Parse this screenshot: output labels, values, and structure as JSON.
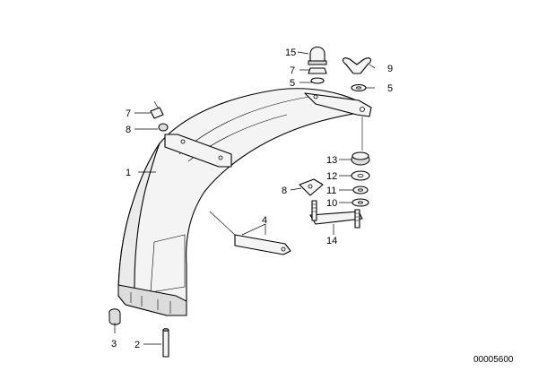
{
  "diagram": {
    "reference_number": "00005600",
    "callouts": {
      "c1": "1",
      "c2": "2",
      "c3": "3",
      "c4": "4",
      "c5a": "5",
      "c5b": "5",
      "c7a": "7",
      "c7b": "7",
      "c8a": "8",
      "c8b": "8",
      "c9": "9",
      "c10": "10",
      "c11": "11",
      "c12": "12",
      "c13": "13",
      "c14": "14",
      "c15": "15"
    }
  }
}
